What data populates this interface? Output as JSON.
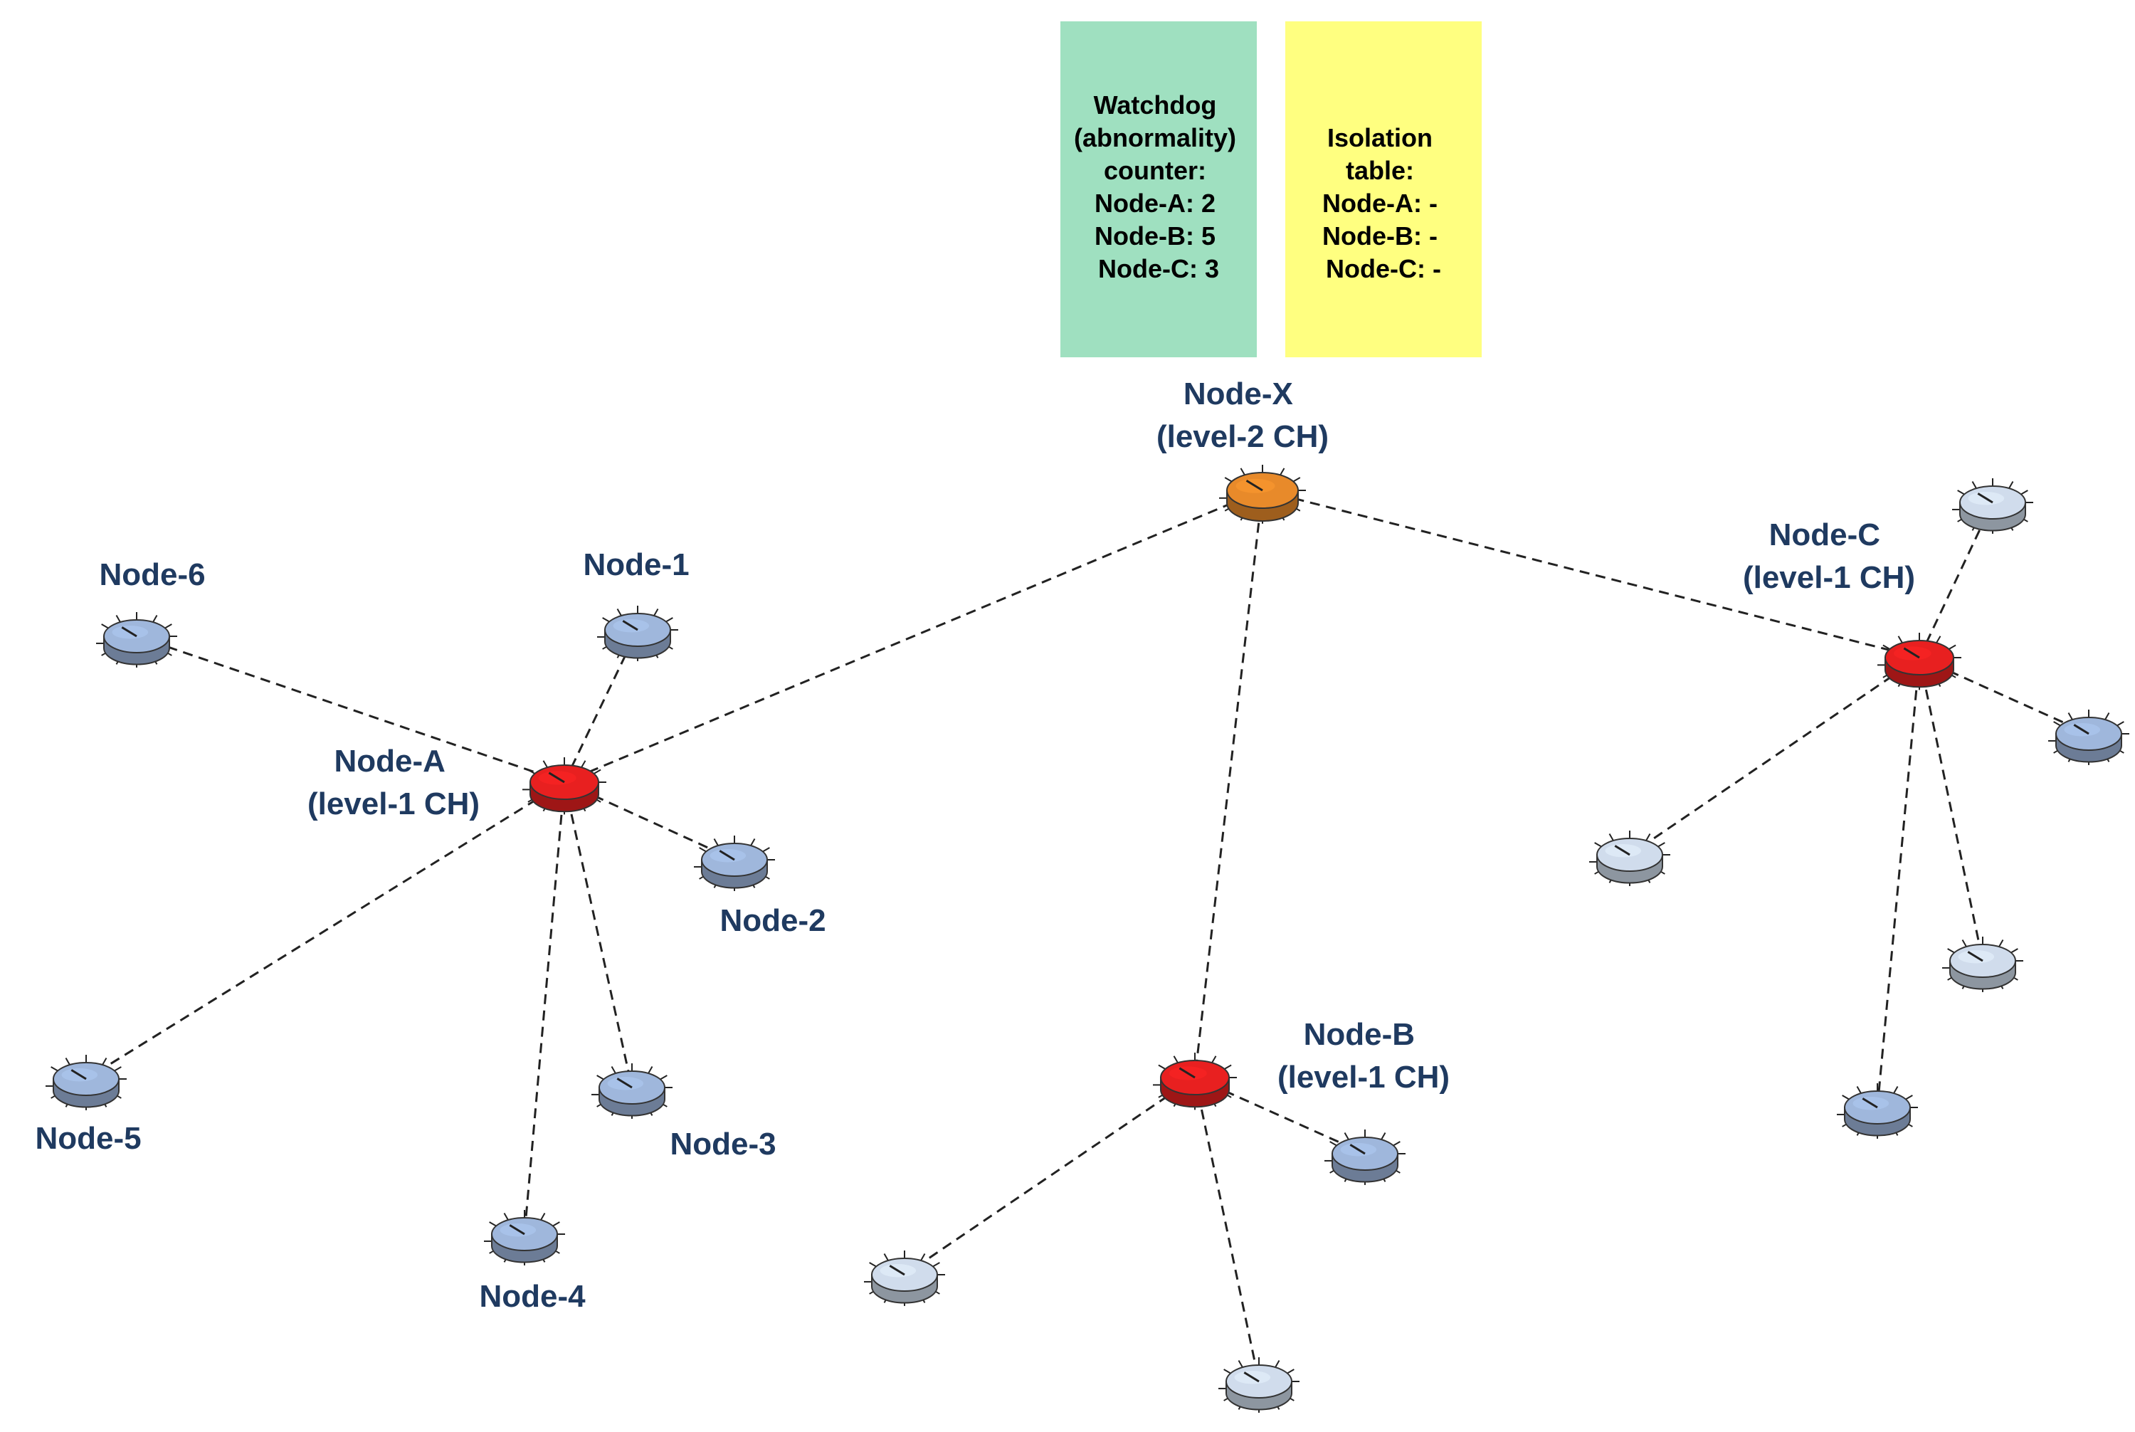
{
  "watchdog_box": {
    "lines": [
      "Watchdog",
      "(abnormality)",
      "counter:",
      "Node-A: 2",
      "Node-B: 5",
      "Node-C: 3"
    ],
    "color": "#9fe0c0"
  },
  "isolation_box": {
    "lines": [
      "Isolation",
      "table:",
      "Node-A: -",
      "Node-B: -",
      "Node-C: -"
    ],
    "color": "#ffff80"
  },
  "colors": {
    "level2_ch": "#e88a2a",
    "level1_ch": "#e82020",
    "member_node": "#9fb7dc",
    "unlabeled_member": "#d0dcec",
    "label_text": "#1f3a60"
  },
  "nodes": {
    "node_x": {
      "name": "Node-X",
      "role": "(level-2 CH)"
    },
    "node_a": {
      "name": "Node-A",
      "role": "(level-1 CH)"
    },
    "node_b": {
      "name": "Node-B",
      "role": "(level-1 CH)"
    },
    "node_c": {
      "name": "Node-C",
      "role": "(level-1 CH)"
    },
    "node_1": {
      "name": "Node-1"
    },
    "node_2": {
      "name": "Node-2"
    },
    "node_3": {
      "name": "Node-3"
    },
    "node_4": {
      "name": "Node-4"
    },
    "node_5": {
      "name": "Node-5"
    },
    "node_6": {
      "name": "Node-6"
    }
  },
  "links": [
    [
      "node_x",
      "node_a"
    ],
    [
      "node_x",
      "node_b"
    ],
    [
      "node_x",
      "node_c"
    ],
    [
      "node_a",
      "node_1"
    ],
    [
      "node_a",
      "node_2"
    ],
    [
      "node_a",
      "node_3"
    ],
    [
      "node_a",
      "node_4"
    ],
    [
      "node_a",
      "node_5"
    ],
    [
      "node_a",
      "node_6"
    ],
    [
      "node_b",
      "b_m1"
    ],
    [
      "node_b",
      "b_m2"
    ],
    [
      "node_b",
      "b_m3"
    ],
    [
      "node_c",
      "c_m1"
    ],
    [
      "node_c",
      "c_m2"
    ],
    [
      "node_c",
      "c_m3"
    ],
    [
      "node_c",
      "c_m4"
    ],
    [
      "node_c",
      "c_m5"
    ]
  ]
}
